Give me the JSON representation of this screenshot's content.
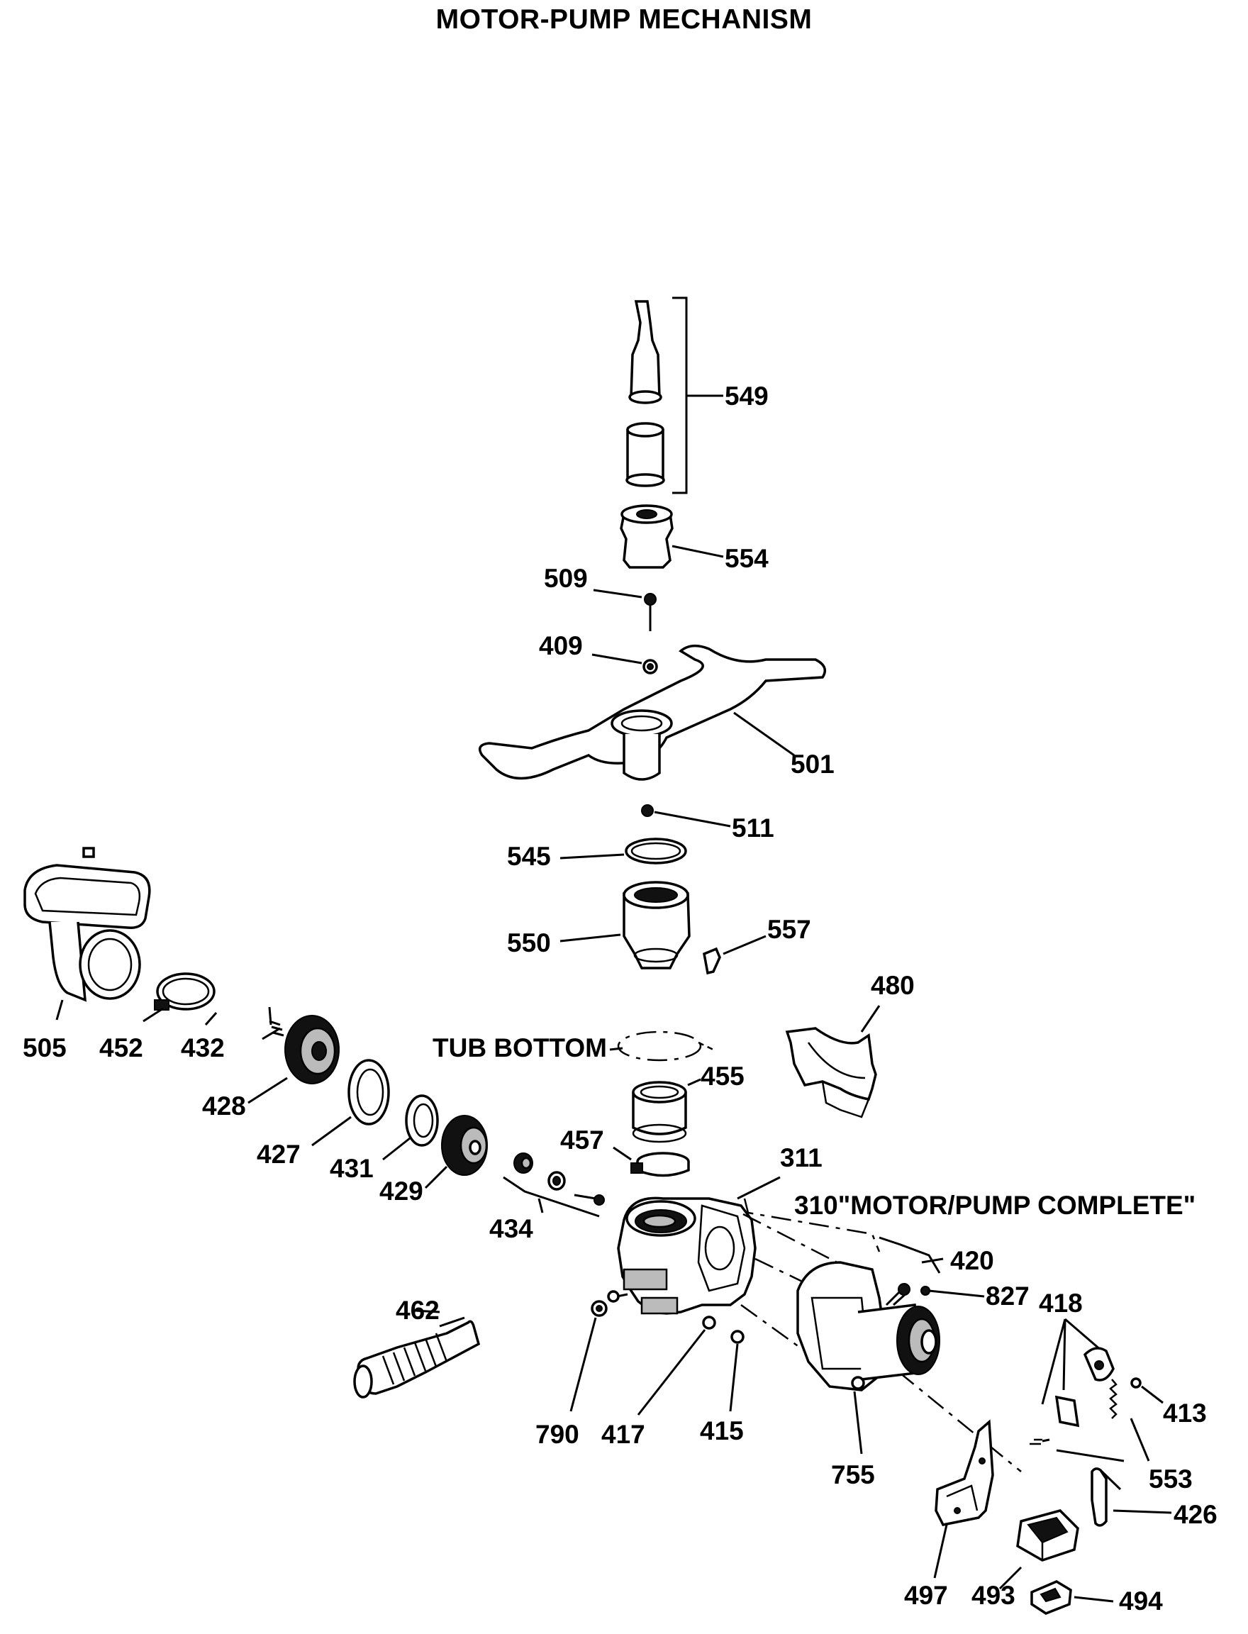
{
  "title": "MOTOR-PUMP MECHANISM",
  "annotations": {
    "tub_bottom": "TUB BOTTOM",
    "motor_pump_complete": "310\"MOTOR/PUMP COMPLETE\""
  },
  "part_labels": {
    "p549": "549",
    "p554": "554",
    "p509": "509",
    "p409": "409",
    "p501": "501",
    "p511": "511",
    "p545": "545",
    "p550": "550",
    "p557": "557",
    "p505": "505",
    "p452": "452",
    "p432": "432",
    "p428": "428",
    "p427": "427",
    "p431": "431",
    "p429": "429",
    "p434": "434",
    "p480": "480",
    "p455": "455",
    "p457": "457",
    "p311": "311",
    "p420": "420",
    "p827": "827",
    "p418": "418",
    "p413": "413",
    "p553": "553",
    "p462": "462",
    "p790": "790",
    "p417": "417",
    "p415": "415",
    "p755": "755",
    "p426": "426",
    "p497": "497",
    "p493": "493",
    "p494": "494"
  }
}
